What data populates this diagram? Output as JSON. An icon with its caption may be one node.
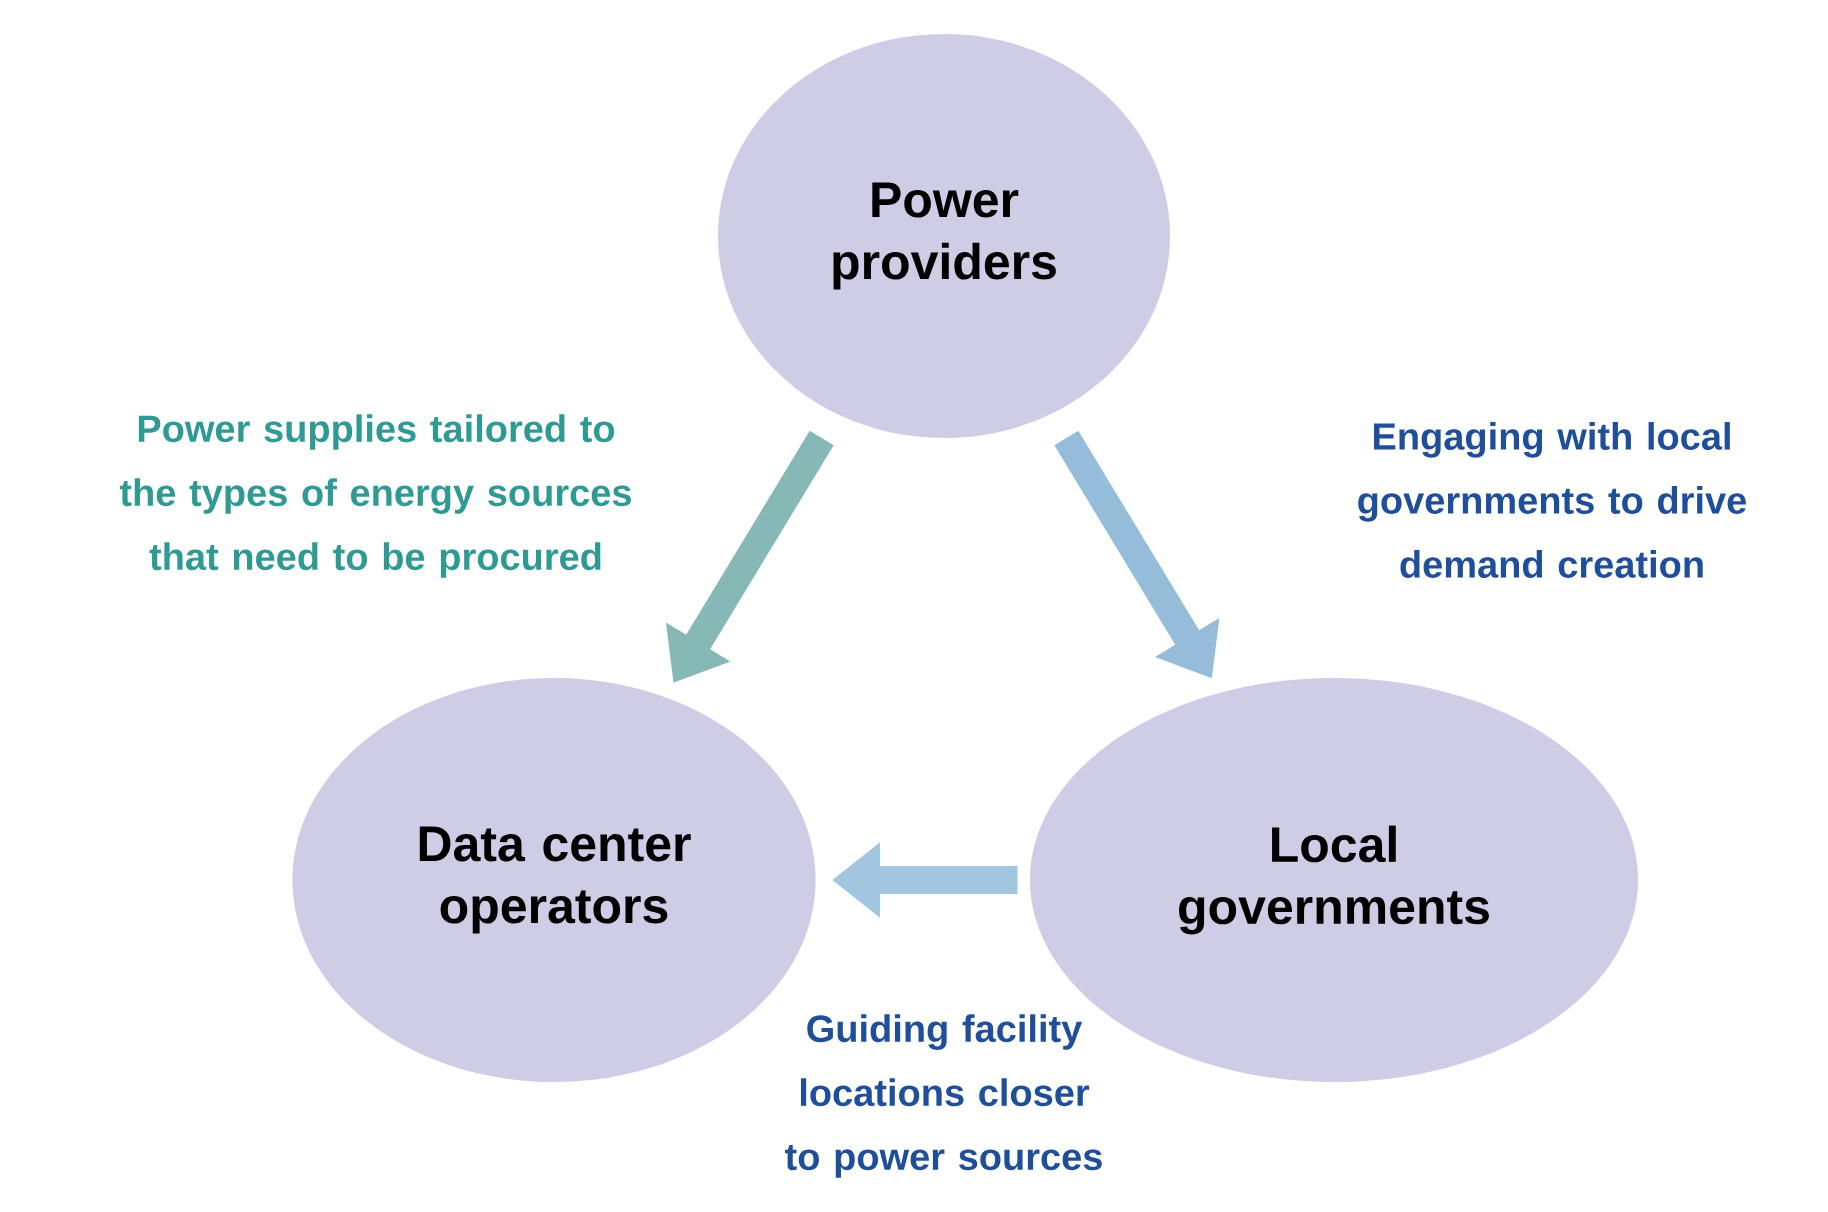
{
  "diagram": {
    "nodes": [
      {
        "text": [
          "Power providers"
        ]
      },
      {
        "text": [
          "Data center operators"
        ]
      },
      {
        "text": [
          "Local governments"
        ]
      }
    ],
    "edges": [
      {
        "from": 0,
        "to": 1,
        "arrow": "to",
        "label": "Power supplies tailored to the types of energy sources that need to be procured",
        "color": "#86b8b5"
      },
      {
        "from": 0,
        "to": 2,
        "arrow": "to",
        "label": "Engaging with local governments to drive demand creation",
        "color": "#95bdd9"
      },
      {
        "from": 2,
        "to": 1,
        "arrow": "to",
        "label": "Guiding facility locations closer to power sources",
        "color": "#a2c6e0"
      }
    ]
  }
}
